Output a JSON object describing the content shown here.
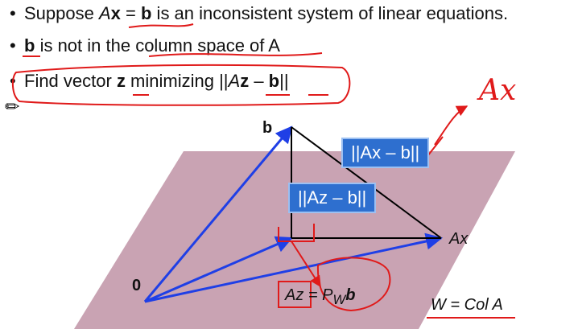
{
  "bullets": [
    {
      "pre": "Suppose ",
      "a": "A",
      "x": "x",
      "mid": " = ",
      "b": "b",
      "post": " is an inconsistent system of linear equations."
    },
    {
      "b": "b",
      "post": " is not in the column space of A"
    },
    {
      "pre": "Find vector ",
      "z": "z",
      "post": " minimizing ||",
      "A": "A",
      "z2": "z",
      "dash": " – ",
      "b": "b",
      "end": "||"
    }
  ],
  "diagram": {
    "label_b": "b",
    "label_0": "0",
    "label_Ax": "Ax",
    "box_ax": "||Ax – b||",
    "box_az": "||Az – b||",
    "label_proj": "Az = P",
    "label_proj_sub": "W",
    "label_proj_b": "b",
    "label_w": "W = Col A",
    "handwritten": "Ax"
  },
  "colors": {
    "plane": "#c9a3b3",
    "arrow": "#1f3fe6",
    "box": "#2e6fcf",
    "ink": "#e01a1a"
  }
}
